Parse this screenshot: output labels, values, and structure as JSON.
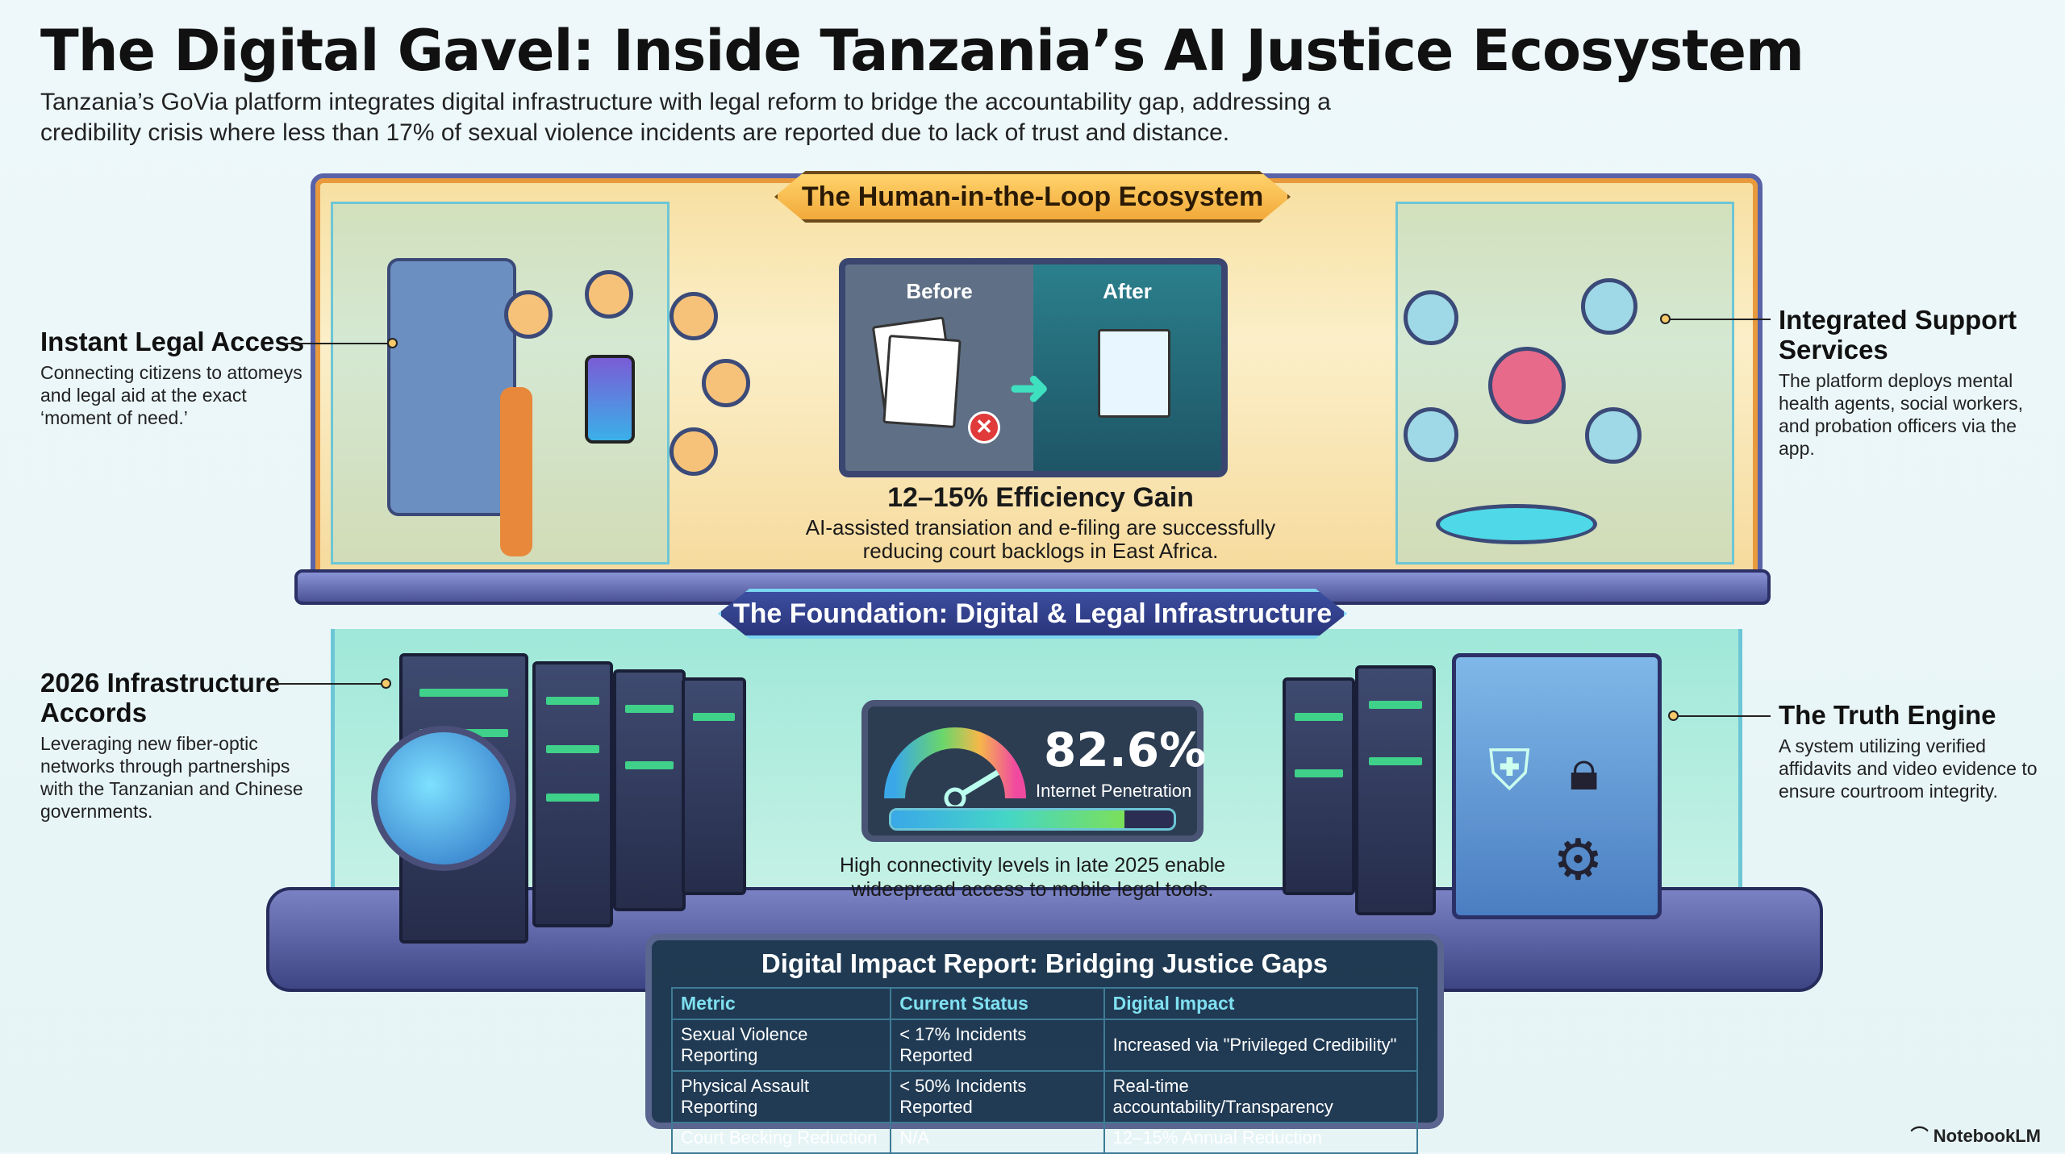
{
  "header": {
    "title": "The Digital Gavel: Inside Tanzania’s AI Justice Ecosystem",
    "subtitle": "Tanzania’s GoVia platform integrates digital infrastructure with legal reform to bridge the accountability gap, addressing a credibility crisis where less than 17% of sexual violence incidents are reported due to lack of trust and distance."
  },
  "upper": {
    "banner": "The Human-in-the-Loop Ecosystem",
    "before_label": "Before",
    "after_label": "After",
    "efficiency_title": "12–15% Efficiency Gain",
    "efficiency_desc": "AI-assisted transiation and e-filing are successfully reducing court backlogs in East Africa."
  },
  "lower": {
    "banner": "The Foundation: Digital & Legal Infrastructure",
    "gauge_value": "82.6%",
    "gauge_label": "Internet Penetration",
    "gauge_fraction": 0.826,
    "connectivity_desc": "High connectivity levels in late 2025 enable wideepread access to mobile legal tools."
  },
  "callouts": {
    "instant": {
      "title": "Instant Legal Access",
      "desc": "Connecting citizens to attomeys and legal aid at the exact ‘moment of need.’"
    },
    "accords": {
      "title": "2026 Infrastructure Accords",
      "desc": "Leveraging new fiber-optic networks through partnerships with the Tanzanian and Chinese governments."
    },
    "support": {
      "title": "Integrated Support Services",
      "desc": "The platform deploys mental health agents, social workers, and probation officers via the app."
    },
    "truth": {
      "title": "The Truth Engine",
      "desc": "A system utilizing verified affidavits and video evidence to ensure courtroom integrity."
    }
  },
  "table": {
    "title": "Digital Impact Report: Bridging Justice Gaps",
    "headers": [
      "Metric",
      "Current Status",
      "Digital Impact"
    ],
    "rows": [
      [
        "Sexual Violence Reporting",
        "< 17% Incidents Reported",
        "Increased via \"Privileged Credibility\""
      ],
      [
        "Physical Assault Reporting",
        "< 50% Incidents Reported",
        "Real-time accountability/Transparency"
      ],
      [
        "Court Becking Reduction",
        "N/A",
        "12–15% Annual Reduction"
      ]
    ]
  },
  "brand": "NotebookLM",
  "colors": {
    "accent_orange": "#f2a93a",
    "navy": "#2a357a",
    "teal": "#6cc6d6"
  }
}
